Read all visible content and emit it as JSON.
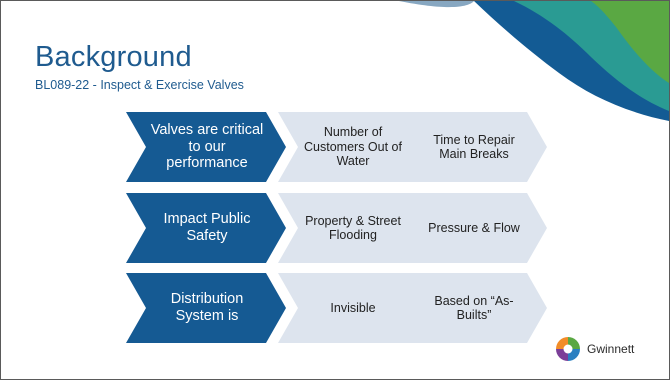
{
  "slide": {
    "title": "Background",
    "subtitle": "BL089-22 - Inspect & Exercise Valves"
  },
  "rows": [
    {
      "cells": [
        "Valves are critical to our performance",
        "Number of Customers Out of Water",
        "Time to Repair Main Breaks"
      ]
    },
    {
      "cells": [
        "Impact Public Safety",
        "Property & Street Flooding",
        "Pressure & Flow"
      ]
    },
    {
      "cells": [
        "Distribution System is",
        "Invisible",
        "Based on “As-Builts”"
      ]
    }
  ],
  "logo": {
    "text": "Gwinnett"
  },
  "colors": {
    "title": "#1f5b8f",
    "primary_chevron": "#155a93",
    "secondary_chevron": "#dde4ee",
    "swoosh_blue": "#135b94",
    "swoosh_teal": "#2a9b93",
    "swoosh_green": "#5aa843"
  }
}
